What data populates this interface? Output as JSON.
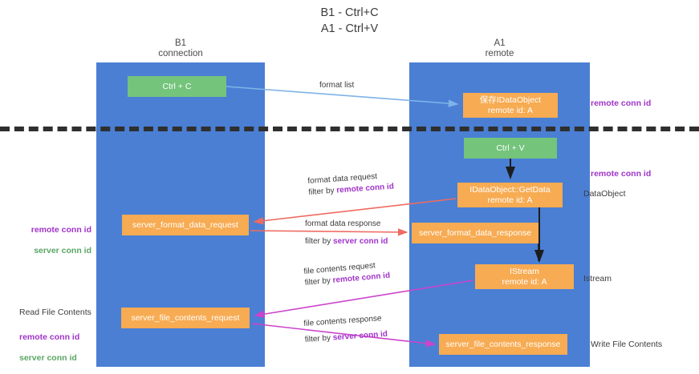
{
  "diagram": {
    "title": "B1 - Ctrl+C\nA1 - Ctrl+V",
    "columns": [
      {
        "id": "b1",
        "label": "B1\nconnection"
      },
      {
        "id": "a1",
        "label": "A1\nremote"
      }
    ],
    "nodes": {
      "ctrl_c": "Ctrl + C",
      "data_object": "保存IDataObject\nremote id: A",
      "ctrl_v": "Ctrl + V",
      "get_data": "IDataObject::GetData\nremote id: A",
      "server_format_data_request": "server_format_data_request",
      "server_format_data_response": "server_format_data_response",
      "istream": "IStream\nremote id: A",
      "server_file_contents_request": "server_file_contents_request",
      "server_file_contents_response": "server_file_contents_response"
    },
    "edge_labels": {
      "format_list": "format list",
      "format_data_request": "format data request",
      "format_data_request_filter_prefix": "filter by ",
      "format_data_request_filter_value": "remote conn id",
      "format_data_response": "format data response",
      "format_data_response_filter_prefix": "filter by ",
      "format_data_response_filter_value": "server conn id",
      "file_contents_request": "file contents request",
      "file_contents_request_filter_prefix": "filter by ",
      "file_contents_request_filter_value": "remote conn id",
      "file_contents_response": "file contents response",
      "file_contents_response_filter_prefix": "filter by ",
      "file_contents_response_filter_value": "server conn id"
    },
    "annotations": {
      "right_remote_conn_id_top": "remote conn id",
      "right_remote_conn_id_mid": "remote conn id",
      "right_data_object": "DataObject",
      "right_istream": "Istream",
      "right_write_file_contents": "Write File Contents",
      "left_remote_conn_id_mid": "remote conn id",
      "left_server_conn_id_mid": "server conn id",
      "left_read_file_contents": "Read File Contents",
      "left_remote_conn_id_bottom": "remote conn id",
      "left_server_conn_id_bottom": "server conn id"
    },
    "colors": {
      "lane": "#4a7fd4",
      "node_green": "#74c47c",
      "node_orange": "#f7ab52",
      "accent_purple": "#a033c9",
      "accent_green": "#5aa664",
      "arrow_blue": "#7fb3e8",
      "arrow_red": "#ee6b62",
      "arrow_magenta": "#cc44cc",
      "divider": "#2f2f2f"
    }
  }
}
